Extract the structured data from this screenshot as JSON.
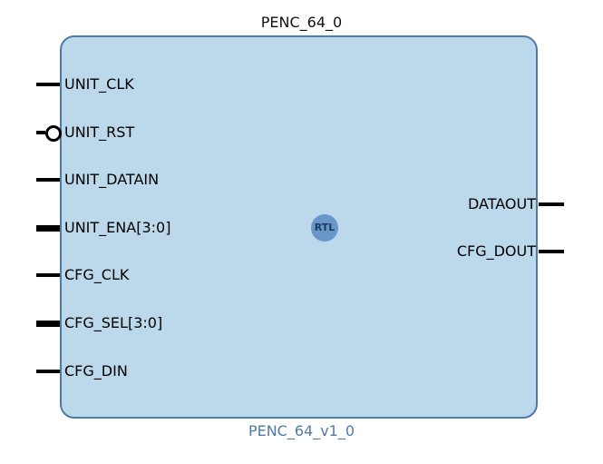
{
  "block": {
    "instance_name": "PENC_64_0",
    "module_name": "PENC_64_v1_0",
    "badge": "RTL"
  },
  "inputs": [
    {
      "name": "UNIT_CLK",
      "bus": false,
      "inverted": false
    },
    {
      "name": "UNIT_RST",
      "bus": false,
      "inverted": true
    },
    {
      "name": "UNIT_DATAIN",
      "bus": false,
      "inverted": false
    },
    {
      "name": "UNIT_ENA[3:0]",
      "bus": true,
      "inverted": false
    },
    {
      "name": "CFG_CLK",
      "bus": false,
      "inverted": false
    },
    {
      "name": "CFG_SEL[3:0]",
      "bus": true,
      "inverted": false
    },
    {
      "name": "CFG_DIN",
      "bus": false,
      "inverted": false
    }
  ],
  "outputs": [
    {
      "name": "DATAOUT",
      "bus": false
    },
    {
      "name": "CFG_DOUT",
      "bus": false
    }
  ],
  "colors": {
    "block_fill": "#bcd8eb",
    "block_border": "#4f7aa6",
    "module_name_text": "#4f7aa6",
    "badge_fill": "#6a96c8"
  }
}
